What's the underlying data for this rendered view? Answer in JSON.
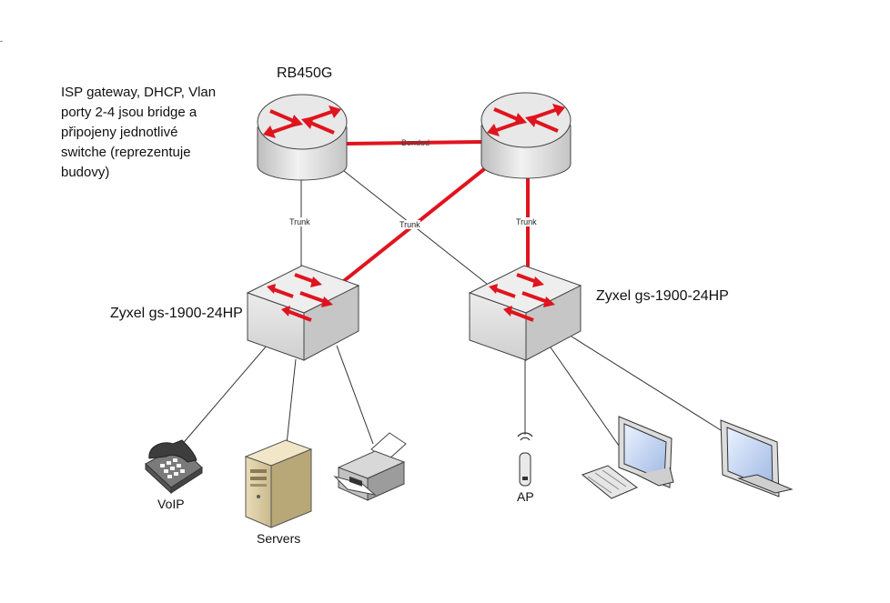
{
  "note": {
    "lines": [
      "ISP gateway, DHCP, Vlan",
      "porty 2-4 jsou bridge a",
      "připojeny jednotlivé",
      "switche (reprezentuje",
      "budovy)"
    ]
  },
  "devices": {
    "router1_label": "RB450G",
    "switch1_label": "Zyxel gs-1900-24HP",
    "switch2_label": "Zyxel gs-1900-24HP",
    "voip_label": "VoIP",
    "servers_label": "Servers",
    "ap_label": "AP"
  },
  "links": {
    "r1_s1": "Trunk",
    "r1_s2": "Trunk",
    "r2_s2": "Trunk",
    "r1_r2": "Bonded"
  },
  "colors": {
    "accent_red": "#e0141e",
    "device_gray": "#e6e6e6",
    "line": "#333333"
  },
  "stray_mark": "-"
}
